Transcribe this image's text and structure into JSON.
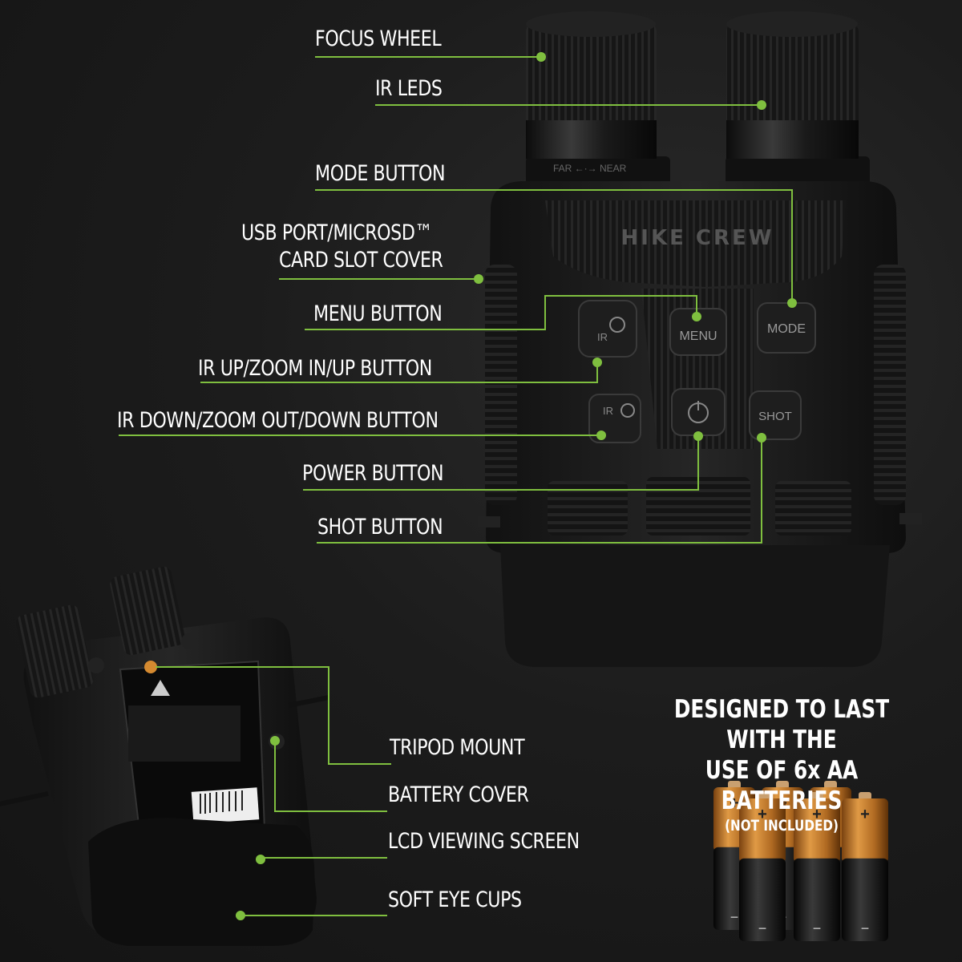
{
  "brand": {
    "name": "HIKE CREW"
  },
  "front_labels": [
    "FOCUS WHEEL",
    "IR LEDS",
    "MODE BUTTON",
    "USB PORT/MICROSD™",
    "CARD SLOT COVER",
    "MENU BUTTON",
    "IR UP/ZOOM IN/UP BUTTON",
    "IR DOWN/ZOOM OUT/DOWN BUTTON",
    "POWER BUTTON",
    "SHOT BUTTON"
  ],
  "bottom_labels": [
    "TRIPOD MOUNT",
    "BATTERY COVER",
    "LCD VIEWING SCREEN",
    "SOFT EYE CUPS"
  ],
  "buttons": {
    "mode": "MODE",
    "menu": "MENU",
    "shot": "SHOT",
    "ir": "IR"
  },
  "lens_text": "FAR ←·→ NEAR",
  "promo": {
    "line1": "DESIGNED TO LAST WITH THE",
    "line2": "USE OF 6x AA BATTERIES",
    "line3": "(NOT INCLUDED)"
  },
  "battery": {
    "plus": "+",
    "minus": "−"
  },
  "colors": {
    "accent_line": "#7fbf3f",
    "background": "#1a1a1a",
    "battery_copper": "#c57a2a"
  }
}
